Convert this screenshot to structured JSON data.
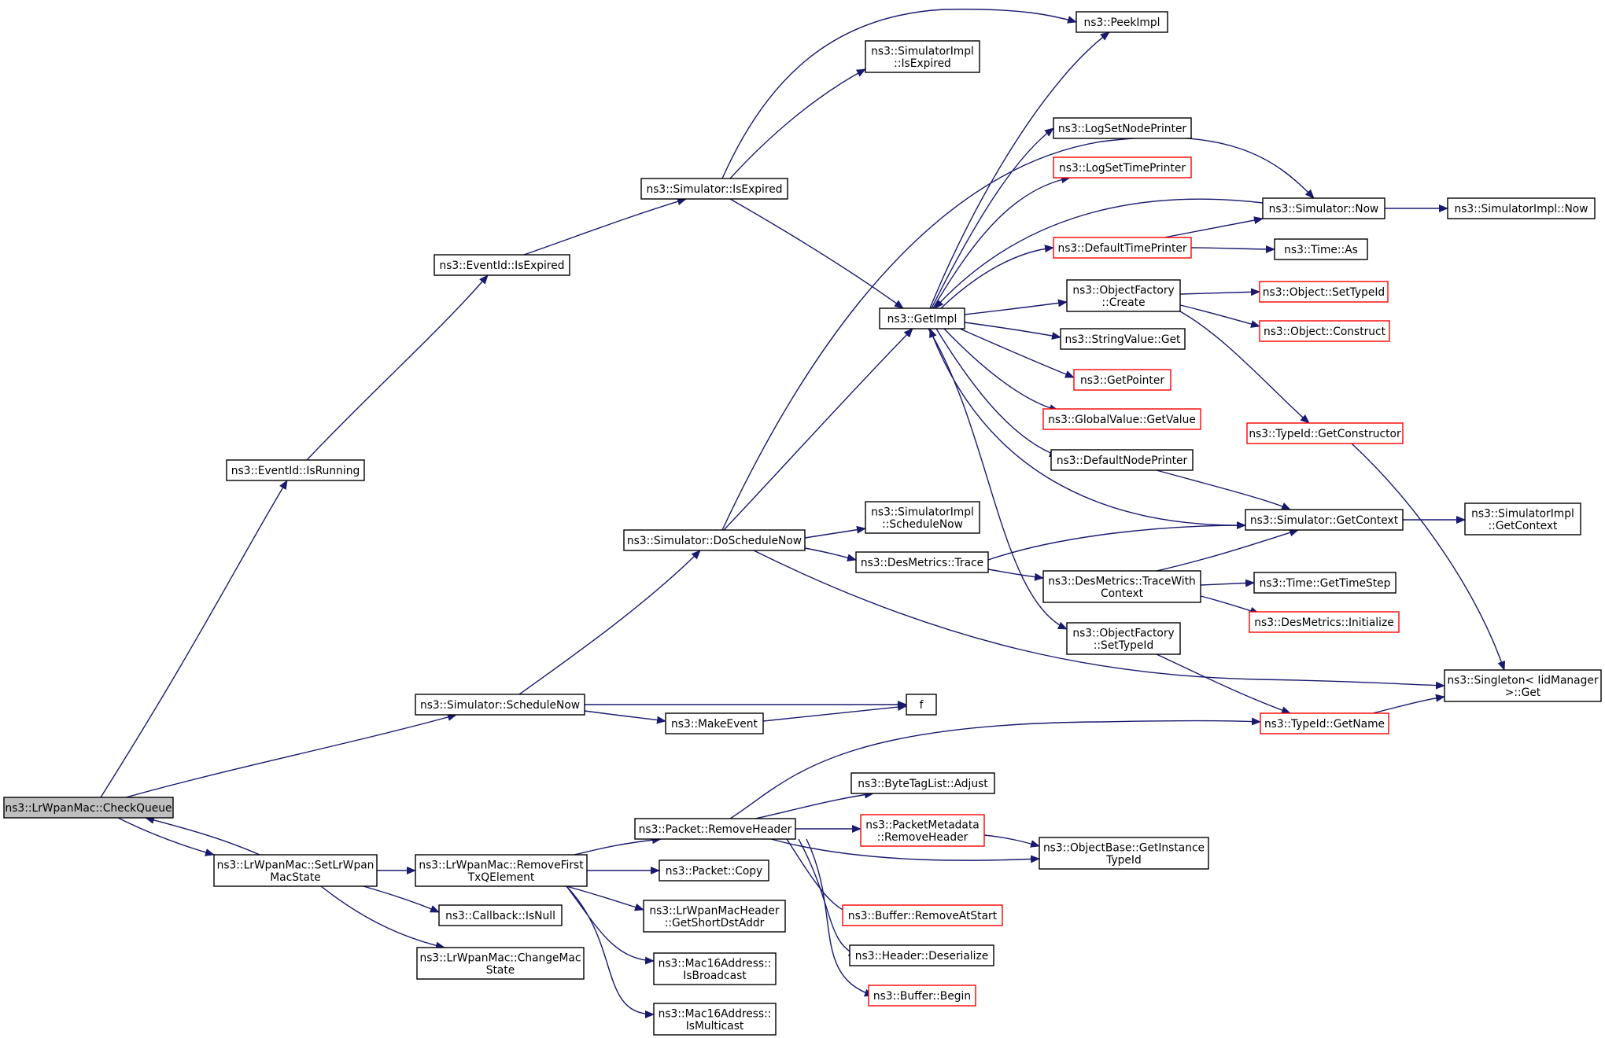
{
  "colors": {
    "edge": "#191970",
    "node_border_normal": "#000000",
    "node_border_external": "#ff0000",
    "node_fill_root": "#bfbfbf",
    "node_fill_normal": "#ffffff"
  },
  "nodes": [
    {
      "id": "n_checkqueue",
      "lines": [
        "ns3::LrWpanMac::CheckQueue"
      ],
      "style": "root"
    },
    {
      "id": "n_isrunning",
      "lines": [
        "ns3::EventId::IsRunning"
      ],
      "style": "normal"
    },
    {
      "id": "n_eventid_isexpired",
      "lines": [
        "ns3::EventId::IsExpired"
      ],
      "style": "normal"
    },
    {
      "id": "n_sim_isexpired",
      "lines": [
        "ns3::Simulator::IsExpired"
      ],
      "style": "normal"
    },
    {
      "id": "n_peekimpl",
      "lines": [
        "ns3::PeekImpl"
      ],
      "style": "normal"
    },
    {
      "id": "n_simimpl_isexpired",
      "lines": [
        "ns3::SimulatorImpl",
        "::IsExpired"
      ],
      "style": "normal"
    },
    {
      "id": "n_getimpl",
      "lines": [
        "ns3::GetImpl"
      ],
      "style": "normal"
    },
    {
      "id": "n_logsetnodeprinter",
      "lines": [
        "ns3::LogSetNodePrinter"
      ],
      "style": "normal"
    },
    {
      "id": "n_logsettimeprinter",
      "lines": [
        "ns3::LogSetTimePrinter"
      ],
      "style": "external"
    },
    {
      "id": "n_sim_now",
      "lines": [
        "ns3::Simulator::Now"
      ],
      "style": "normal"
    },
    {
      "id": "n_simimpl_now",
      "lines": [
        "ns3::SimulatorImpl::Now"
      ],
      "style": "normal"
    },
    {
      "id": "n_defaulttimeprinter",
      "lines": [
        "ns3::DefaultTimePrinter"
      ],
      "style": "external"
    },
    {
      "id": "n_time_as",
      "lines": [
        "ns3::Time::As"
      ],
      "style": "normal"
    },
    {
      "id": "n_objfactory_create",
      "lines": [
        "ns3::ObjectFactory",
        "::Create"
      ],
      "style": "normal"
    },
    {
      "id": "n_object_settypeid",
      "lines": [
        "ns3::Object::SetTypeId"
      ],
      "style": "external"
    },
    {
      "id": "n_object_construct",
      "lines": [
        "ns3::Object::Construct"
      ],
      "style": "external"
    },
    {
      "id": "n_stringvalue_get",
      "lines": [
        "ns3::StringValue::Get"
      ],
      "style": "normal"
    },
    {
      "id": "n_getpointer",
      "lines": [
        "ns3::GetPointer"
      ],
      "style": "external"
    },
    {
      "id": "n_globalvalue_getvalue",
      "lines": [
        "ns3::GlobalValue::GetValue"
      ],
      "style": "external"
    },
    {
      "id": "n_typeid_getconstructor",
      "lines": [
        "ns3::TypeId::GetConstructor"
      ],
      "style": "external"
    },
    {
      "id": "n_defaultnodeprinter",
      "lines": [
        "ns3::DefaultNodePrinter"
      ],
      "style": "normal"
    },
    {
      "id": "n_sim_doschedulenow",
      "lines": [
        "ns3::Simulator::DoScheduleNow"
      ],
      "style": "normal"
    },
    {
      "id": "n_simimpl_schedulenow",
      "lines": [
        "ns3::SimulatorImpl",
        "::ScheduleNow"
      ],
      "style": "normal"
    },
    {
      "id": "n_sim_getcontext",
      "lines": [
        "ns3::Simulator::GetContext"
      ],
      "style": "normal"
    },
    {
      "id": "n_simimpl_getcontext",
      "lines": [
        "ns3::SimulatorImpl",
        "::GetContext"
      ],
      "style": "normal"
    },
    {
      "id": "n_desmetrics_trace",
      "lines": [
        "ns3::DesMetrics::Trace"
      ],
      "style": "normal"
    },
    {
      "id": "n_desmetrics_tracewithcontext",
      "lines": [
        "ns3::DesMetrics::TraceWith",
        "Context"
      ],
      "style": "normal"
    },
    {
      "id": "n_time_gettimestep",
      "lines": [
        "ns3::Time::GetTimeStep"
      ],
      "style": "normal"
    },
    {
      "id": "n_desmetrics_initialize",
      "lines": [
        "ns3::DesMetrics::Initialize"
      ],
      "style": "external"
    },
    {
      "id": "n_objfactory_settypeid",
      "lines": [
        "ns3::ObjectFactory",
        "::SetTypeId"
      ],
      "style": "normal"
    },
    {
      "id": "n_singleton_get",
      "lines": [
        "ns3::Singleton< IidManager",
        " >::Get"
      ],
      "style": "normal"
    },
    {
      "id": "n_sim_schedulenow",
      "lines": [
        "ns3::Simulator::ScheduleNow"
      ],
      "style": "normal"
    },
    {
      "id": "n_f",
      "lines": [
        "f"
      ],
      "style": "normal"
    },
    {
      "id": "n_makeevent",
      "lines": [
        "ns3::MakeEvent"
      ],
      "style": "normal"
    },
    {
      "id": "n_typeid_getname",
      "lines": [
        "ns3::TypeId::GetName"
      ],
      "style": "external"
    },
    {
      "id": "n_packet_removeheader",
      "lines": [
        "ns3::Packet::RemoveHeader"
      ],
      "style": "normal"
    },
    {
      "id": "n_bytetaglist_adjust",
      "lines": [
        "ns3::ByteTagList::Adjust"
      ],
      "style": "normal"
    },
    {
      "id": "n_packetmetadata_removeheader",
      "lines": [
        "ns3::PacketMetadata",
        "::RemoveHeader"
      ],
      "style": "external"
    },
    {
      "id": "n_objectbase_getinstancetypeid",
      "lines": [
        "ns3::ObjectBase::GetInstance",
        "TypeId"
      ],
      "style": "normal"
    },
    {
      "id": "n_setlrwpanmacstate",
      "lines": [
        "ns3::LrWpanMac::SetLrWpan",
        "MacState"
      ],
      "style": "normal"
    },
    {
      "id": "n_removefirsttxqelement",
      "lines": [
        "ns3::LrWpanMac::RemoveFirst",
        "TxQElement"
      ],
      "style": "normal"
    },
    {
      "id": "n_packet_copy",
      "lines": [
        "ns3::Packet::Copy"
      ],
      "style": "normal"
    },
    {
      "id": "n_getshortdstaddr",
      "lines": [
        "ns3::LrWpanMacHeader",
        "::GetShortDstAddr"
      ],
      "style": "normal"
    },
    {
      "id": "n_callback_isnull",
      "lines": [
        "ns3::Callback::IsNull"
      ],
      "style": "normal"
    },
    {
      "id": "n_changemacstate",
      "lines": [
        "ns3::LrWpanMac::ChangeMac",
        "State"
      ],
      "style": "normal"
    },
    {
      "id": "n_mac16_isbroadcast",
      "lines": [
        "ns3::Mac16Address::",
        "IsBroadcast"
      ],
      "style": "normal"
    },
    {
      "id": "n_mac16_ismulticast",
      "lines": [
        "ns3::Mac16Address::",
        "IsMulticast"
      ],
      "style": "normal"
    },
    {
      "id": "n_buffer_removeatstart",
      "lines": [
        "ns3::Buffer::RemoveAtStart"
      ],
      "style": "external"
    },
    {
      "id": "n_header_deserialize",
      "lines": [
        "ns3::Header::Deserialize"
      ],
      "style": "normal"
    },
    {
      "id": "n_buffer_begin",
      "lines": [
        "ns3::Buffer::Begin"
      ],
      "style": "external"
    }
  ],
  "edges": [
    [
      "n_checkqueue",
      "n_isrunning"
    ],
    [
      "n_checkqueue",
      "n_sim_schedulenow"
    ],
    [
      "n_checkqueue",
      "n_setlrwpanmacstate"
    ],
    [
      "n_setlrwpanmacstate",
      "n_checkqueue"
    ],
    [
      "n_isrunning",
      "n_eventid_isexpired"
    ],
    [
      "n_eventid_isexpired",
      "n_sim_isexpired"
    ],
    [
      "n_sim_isexpired",
      "n_peekimpl"
    ],
    [
      "n_sim_isexpired",
      "n_simimpl_isexpired"
    ],
    [
      "n_sim_isexpired",
      "n_getimpl"
    ],
    [
      "n_getimpl",
      "n_peekimpl"
    ],
    [
      "n_getimpl",
      "n_logsetnodeprinter"
    ],
    [
      "n_getimpl",
      "n_logsettimeprinter"
    ],
    [
      "n_getimpl",
      "n_defaulttimeprinter"
    ],
    [
      "n_getimpl",
      "n_objfactory_create"
    ],
    [
      "n_getimpl",
      "n_stringvalue_get"
    ],
    [
      "n_getimpl",
      "n_getpointer"
    ],
    [
      "n_getimpl",
      "n_globalvalue_getvalue"
    ],
    [
      "n_getimpl",
      "n_defaultnodeprinter"
    ],
    [
      "n_getimpl",
      "n_objfactory_settypeid"
    ],
    [
      "n_sim_now",
      "n_getimpl"
    ],
    [
      "n_sim_getcontext",
      "n_getimpl"
    ],
    [
      "n_sim_now",
      "n_simimpl_now"
    ],
    [
      "n_defaulttimeprinter",
      "n_sim_now"
    ],
    [
      "n_defaulttimeprinter",
      "n_time_as"
    ],
    [
      "n_objfactory_create",
      "n_object_settypeid"
    ],
    [
      "n_objfactory_create",
      "n_object_construct"
    ],
    [
      "n_objfactory_create",
      "n_typeid_getconstructor"
    ],
    [
      "n_typeid_getconstructor",
      "n_singleton_get"
    ],
    [
      "n_defaultnodeprinter",
      "n_sim_getcontext"
    ],
    [
      "n_sim_getcontext",
      "n_simimpl_getcontext"
    ],
    [
      "n_sim_schedulenow",
      "n_sim_doschedulenow"
    ],
    [
      "n_sim_doschedulenow",
      "n_getimpl"
    ],
    [
      "n_sim_doschedulenow",
      "n_sim_now"
    ],
    [
      "n_sim_doschedulenow",
      "n_simimpl_schedulenow"
    ],
    [
      "n_sim_doschedulenow",
      "n_desmetrics_trace"
    ],
    [
      "n_sim_doschedulenow",
      "n_singleton_get"
    ],
    [
      "n_desmetrics_trace",
      "n_sim_getcontext"
    ],
    [
      "n_desmetrics_trace",
      "n_desmetrics_tracewithcontext"
    ],
    [
      "n_desmetrics_tracewithcontext",
      "n_sim_getcontext"
    ],
    [
      "n_desmetrics_tracewithcontext",
      "n_time_gettimestep"
    ],
    [
      "n_desmetrics_tracewithcontext",
      "n_desmetrics_initialize"
    ],
    [
      "n_objfactory_settypeid",
      "n_typeid_getname"
    ],
    [
      "n_typeid_getname",
      "n_singleton_get"
    ],
    [
      "n_sim_schedulenow",
      "n_f"
    ],
    [
      "n_sim_schedulenow",
      "n_makeevent"
    ],
    [
      "n_makeevent",
      "n_f"
    ],
    [
      "n_setlrwpanmacstate",
      "n_removefirsttxqelement"
    ],
    [
      "n_setlrwpanmacstate",
      "n_callback_isnull"
    ],
    [
      "n_setlrwpanmacstate",
      "n_changemacstate"
    ],
    [
      "n_removefirsttxqelement",
      "n_packet_removeheader"
    ],
    [
      "n_removefirsttxqelement",
      "n_packet_copy"
    ],
    [
      "n_removefirsttxqelement",
      "n_getshortdstaddr"
    ],
    [
      "n_removefirsttxqelement",
      "n_mac16_isbroadcast"
    ],
    [
      "n_removefirsttxqelement",
      "n_mac16_ismulticast"
    ],
    [
      "n_packet_removeheader",
      "n_typeid_getname"
    ],
    [
      "n_packet_removeheader",
      "n_bytetaglist_adjust"
    ],
    [
      "n_packet_removeheader",
      "n_packetmetadata_removeheader"
    ],
    [
      "n_packet_removeheader",
      "n_objectbase_getinstancetypeid"
    ],
    [
      "n_packet_removeheader",
      "n_buffer_removeatstart"
    ],
    [
      "n_packet_removeheader",
      "n_header_deserialize"
    ],
    [
      "n_packet_removeheader",
      "n_buffer_begin"
    ],
    [
      "n_packetmetadata_removeheader",
      "n_objectbase_getinstancetypeid"
    ]
  ]
}
